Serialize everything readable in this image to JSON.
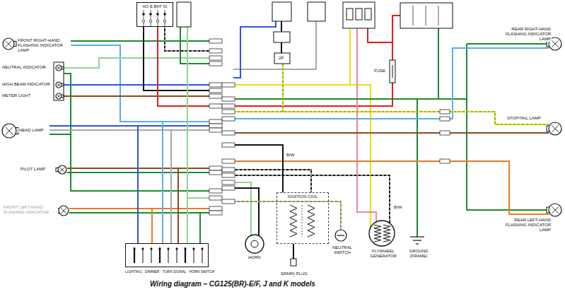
{
  "diagram": {
    "caption": "Wiring diagram – CG125(BR)-E/F, J and K models",
    "nodes": [
      {
        "text": [
          "HO E BAT IG"
        ]
      },
      {
        "text": [
          "IGNITION COIL"
        ]
      },
      {
        "text": [
          "LIGHTING · DIMMER · TURN SIGNAL · HORN SWITCH"
        ]
      }
    ],
    "labels": [
      "FRONT RIGHT-HAND FLASHING INDICATOR LAMP",
      "NEUTRAL INDICATOR",
      "HIGH BEAM INDICATOR",
      "METER LIGHT",
      "HEAD LAMP",
      "PILOT LAMP",
      "FRONT LEFT-HAND FLASHING INDICATOR",
      "REAR RIGHT-HAND FLASHING INDICATOR LAMP",
      "STOP/TAIL LAMP",
      "REAR LEFT-HAND FLASHING INDICATOR LAMP",
      "FUSE",
      "HORN",
      "SPARK PLUG",
      "NEUTRAL SWITCH",
      "FLYWHEEL GENERATOR",
      "GROUND (FRAME)",
      "B/W",
      "B/W",
      "2P"
    ]
  }
}
